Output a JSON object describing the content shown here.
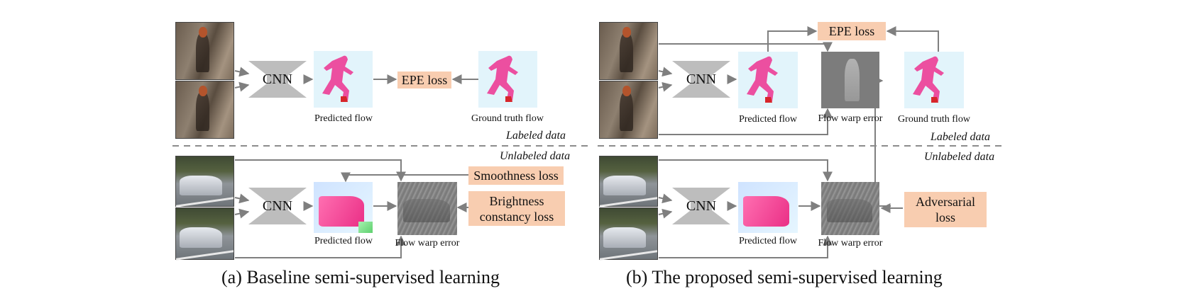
{
  "panel_a": {
    "cnn_top": "CNN",
    "cnn_bottom": "CNN",
    "epe_loss": "EPE loss",
    "predicted_flow_top": "Predicted flow",
    "ground_truth_flow": "Ground truth flow",
    "labeled_data": "Labeled data",
    "unlabeled_data": "Unlabeled data",
    "smoothness_loss": "Smoothness loss",
    "brightness_loss": "Brightness constancy loss",
    "predicted_flow_bottom": "Predicted flow",
    "flow_warp_error": "Flow warp error",
    "caption": "(a) Baseline semi-supervised learning"
  },
  "panel_b": {
    "cnn_top": "CNN",
    "cnn_bottom": "CNN",
    "epe_loss": "EPE loss",
    "predicted_flow_top": "Predicted flow",
    "flow_warp_error_top": "Flow warp error",
    "ground_truth_flow": "Ground truth flow",
    "labeled_data": "Labeled data",
    "unlabeled_data": "Unlabeled data",
    "adversarial_loss": "Adversarial loss",
    "predicted_flow_bottom": "Predicted flow",
    "flow_warp_error_bottom": "Flow warp error",
    "caption": "(b) The proposed semi-supervised learning"
  },
  "colors": {
    "loss_box": "#f8cdb0",
    "cnn": "#bdbdbd",
    "arrow": "#7f7f7f",
    "divider": "#8c8c8c"
  }
}
